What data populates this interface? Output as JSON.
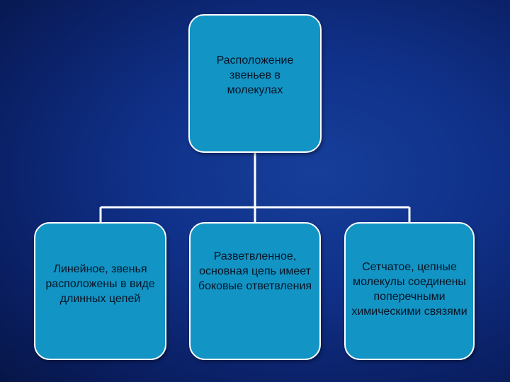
{
  "diagram": {
    "root": {
      "text": "Расположение звеньев в молекулах"
    },
    "children": [
      {
        "id": "linear",
        "text": "Линейное, звенья расположены в виде длинных цепей"
      },
      {
        "id": "branched",
        "text": "Разветвленное, основная цепь имеет боковые ответвления"
      },
      {
        "id": "network",
        "text": "Сетчатое, цепные молекулы соединены поперечными химическими связями"
      }
    ],
    "colors": {
      "box_fill": "#1294c4",
      "box_border": "#ffffff",
      "connector": "#ffffff",
      "text": "#061426",
      "background": "#10318a"
    }
  }
}
